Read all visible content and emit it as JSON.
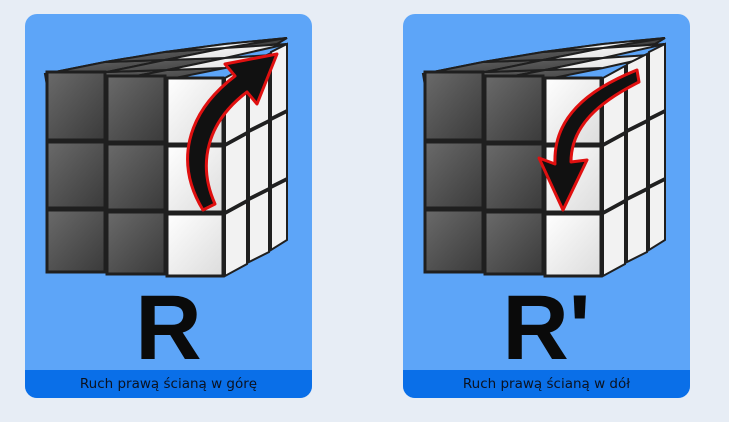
{
  "cards": [
    {
      "move": "R",
      "caption": "Ruch prawą ścianą w górę",
      "arrow_direction": "up"
    },
    {
      "move": "R'",
      "caption": "Ruch prawą ścianą w dół",
      "arrow_direction": "down"
    }
  ],
  "colors": {
    "background": "#e7edf5",
    "card": "#5da5f8",
    "caption_bar": "#0a6fe8",
    "cube_dark": "#4a4a4a",
    "cube_white": "#ffffff",
    "arrow": "#111111",
    "arrow_outline": "#e01010"
  }
}
